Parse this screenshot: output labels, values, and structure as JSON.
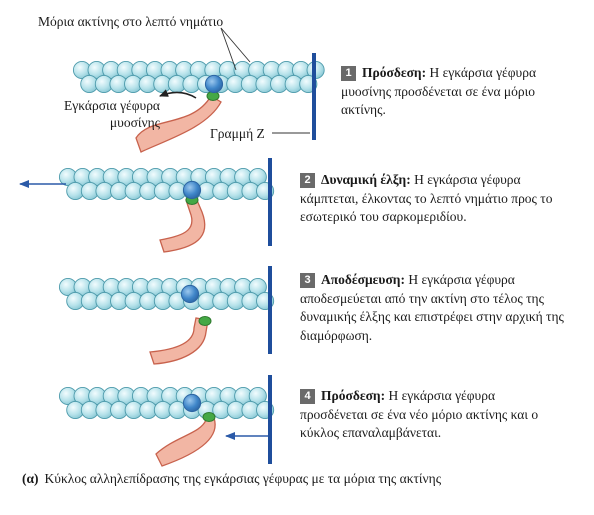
{
  "labels": {
    "actin": "Μόρια ακτίνης στο λεπτό νημάτιο",
    "crossbridge_line1": "Εγκάρσια γέφυρα",
    "crossbridge_line2": "μυοσίνης",
    "zline": "Γραμμή Z"
  },
  "steps": [
    {
      "number": "1",
      "title": "Πρόσδεση:",
      "text": "Η εγκάρσια γέφυρα μυοσίνης προσδένεται σε ένα μόριο ακτίνης."
    },
    {
      "number": "2",
      "title": "Δυναμική έλξη:",
      "text": "Η εγκάρσια γέφυρα κάμπτεται, έλκοντας το λεπτό νημάτιο προς το εσωτερικό του σαρκομεριδίου."
    },
    {
      "number": "3",
      "title": "Αποδέσμευση:",
      "text": "Η εγκάρσια γέφυρα αποδεσμεύεται από την ακτίνη στο τέλος της δυναμικής έλξης και επιστρέφει στην αρχική της διαμόρφωση."
    },
    {
      "number": "4",
      "title": "Πρόσδεση:",
      "text": "Η εγκάρσια γέφυρα προσδένεται σε ένα νέο μόριο ακτίνης και ο κύκλος επαναλαμβάνεται."
    }
  ],
  "caption": {
    "letter": "(α)",
    "text": "Κύκλος αλληλεπίδρασης της εγκάρσιας γέφυρας με τα μόρια της ακτίνης"
  },
  "colors": {
    "actin_fill": "#a9dde6",
    "actin_stroke": "#4d9aab",
    "actin_highlight": "#3f86c9",
    "myosin_fill": "#f2b6a4",
    "myosin_stroke": "#c8624d",
    "binding_site": "#45a845",
    "zline": "#1f4e9c",
    "arrow": "#2b5aa8"
  }
}
